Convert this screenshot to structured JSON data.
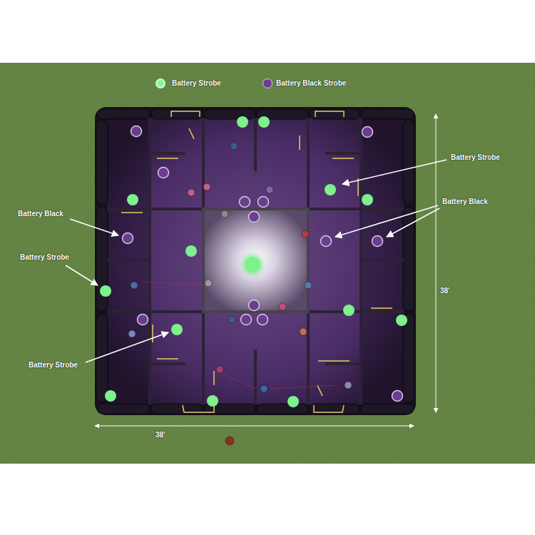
{
  "diagram": {
    "labels": [
      "Battery Strobe",
      "Battery Black",
      "Battery Black",
      "Battery Strobe",
      "38'",
      "Battery Strobe",
      "38'"
    ],
    "legend": [
      {
        "text": "Battery Strobe",
        "color": "#8ef59a"
      },
      {
        "text": "Battery Black Strobe",
        "color": "#6b3d8f"
      }
    ]
  }
}
